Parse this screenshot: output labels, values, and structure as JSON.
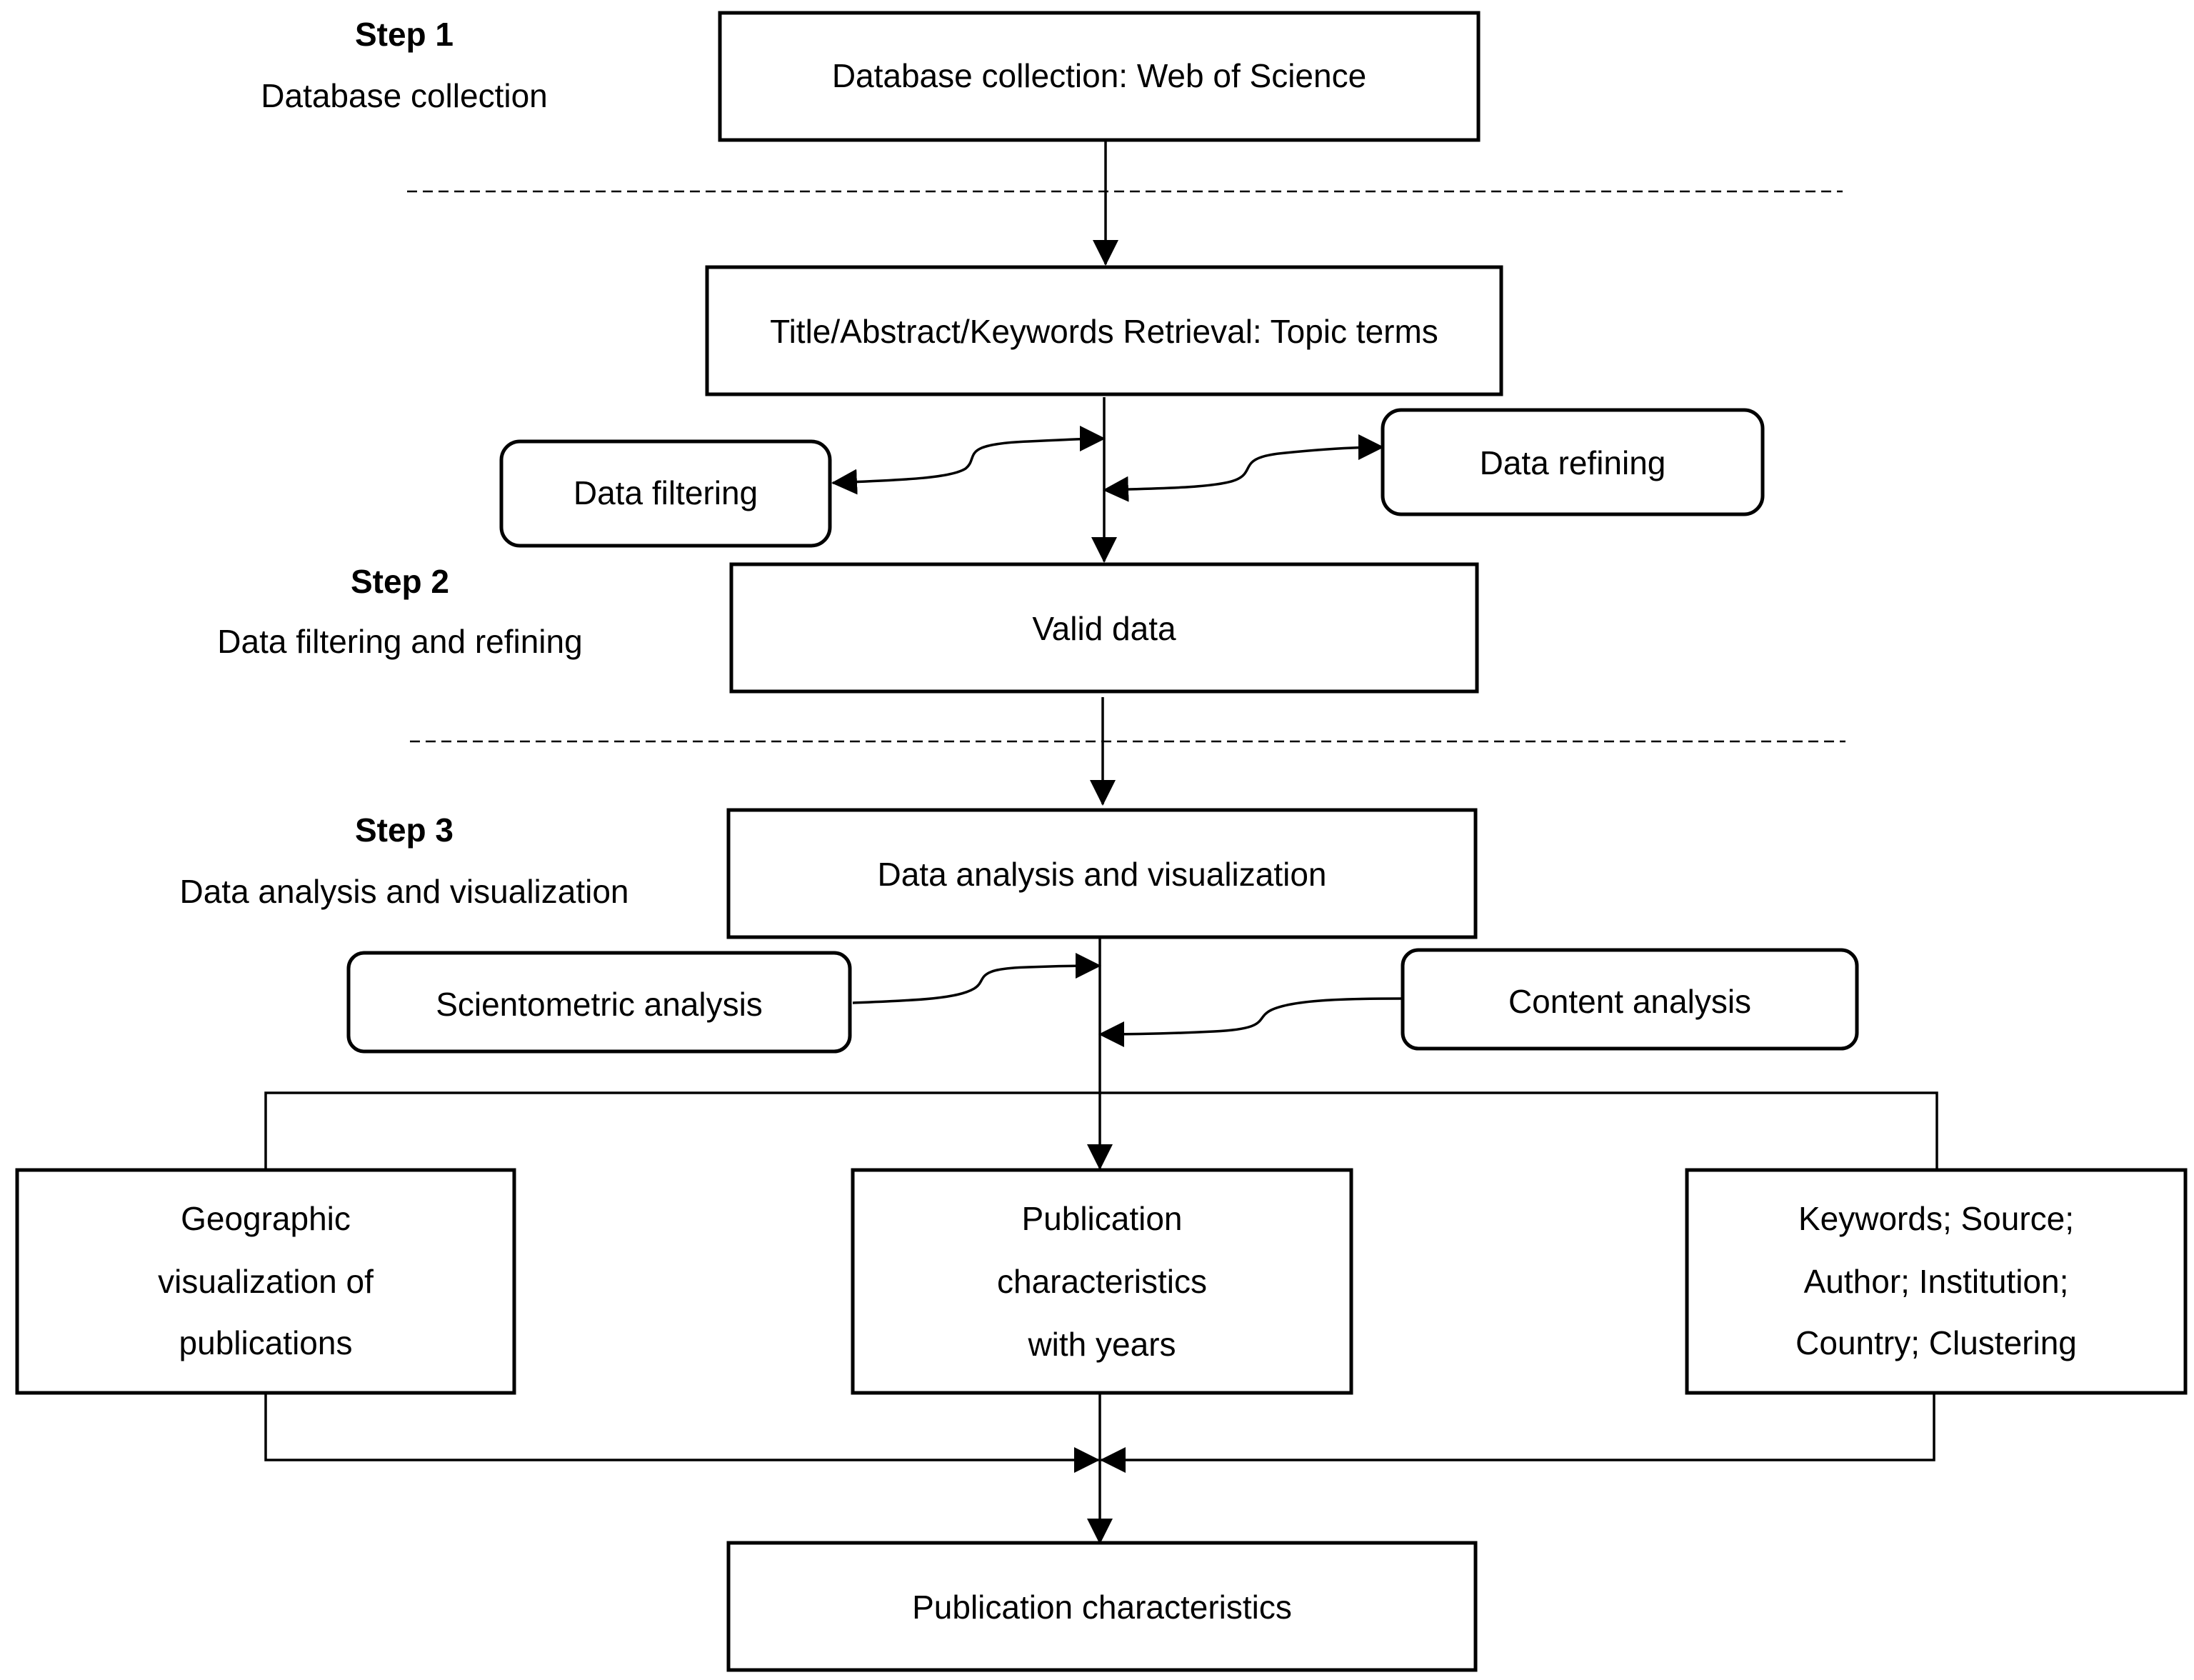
{
  "steps": [
    {
      "title": "Step 1",
      "subtitle": "Database collection"
    },
    {
      "title": "Step 2",
      "subtitle": "Data filtering and refining"
    },
    {
      "title": "Step 3",
      "subtitle": "Data analysis and visualization"
    }
  ],
  "nodes": {
    "database_collection": "Database collection: Web of Science",
    "retrieval": "Title/Abstract/Keywords Retrieval: Topic terms",
    "data_filtering": "Data filtering",
    "data_refining": "Data refining",
    "valid_data": "Valid data",
    "analysis_visualization": "Data analysis and visualization",
    "scientometric_analysis": "Scientometric analysis",
    "content_analysis": "Content analysis",
    "geographic": [
      "Geographic",
      "visualization of",
      "publications"
    ],
    "publication_years": [
      "Publication",
      "characteristics",
      "with years"
    ],
    "keywords_source": [
      "Keywords; Source;",
      "Author; Institution;",
      "Country; Clustering"
    ],
    "publication_characteristics": "Publication characteristics"
  },
  "colors": {
    "stroke": "#000000",
    "background": "#ffffff"
  }
}
